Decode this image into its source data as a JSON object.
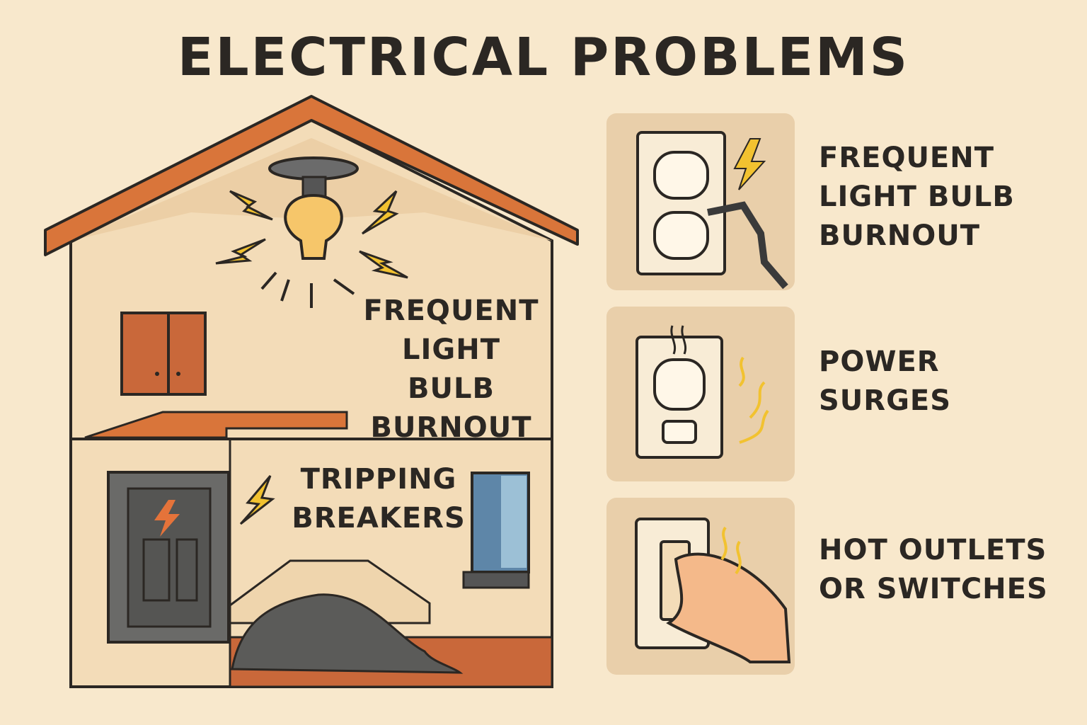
{
  "title": "ELECTRICAL PROBLEMS",
  "house": {
    "upper_label": [
      "FREQUENT",
      "LIGHT BULB",
      "BURNOUT"
    ],
    "lower_label": [
      "TRIPPING",
      "BREAKERS"
    ]
  },
  "cards": [
    {
      "icon": "outlet-with-plug-spark-icon",
      "label": [
        "FREQUENT",
        "LIGHT BULB",
        "BURNOUT"
      ]
    },
    {
      "icon": "outlet-smoke-surge-icon",
      "label": [
        "POWER",
        "SURGES"
      ]
    },
    {
      "icon": "hot-switch-hand-icon",
      "label": [
        "HOT OUTLETS",
        "OR SWITCHES"
      ]
    }
  ],
  "colors": {
    "background": "#f8e8cc",
    "roof": "#d9753a",
    "card": "#e9cfaa",
    "spark": "#f2c230",
    "text": "#2b2723"
  }
}
